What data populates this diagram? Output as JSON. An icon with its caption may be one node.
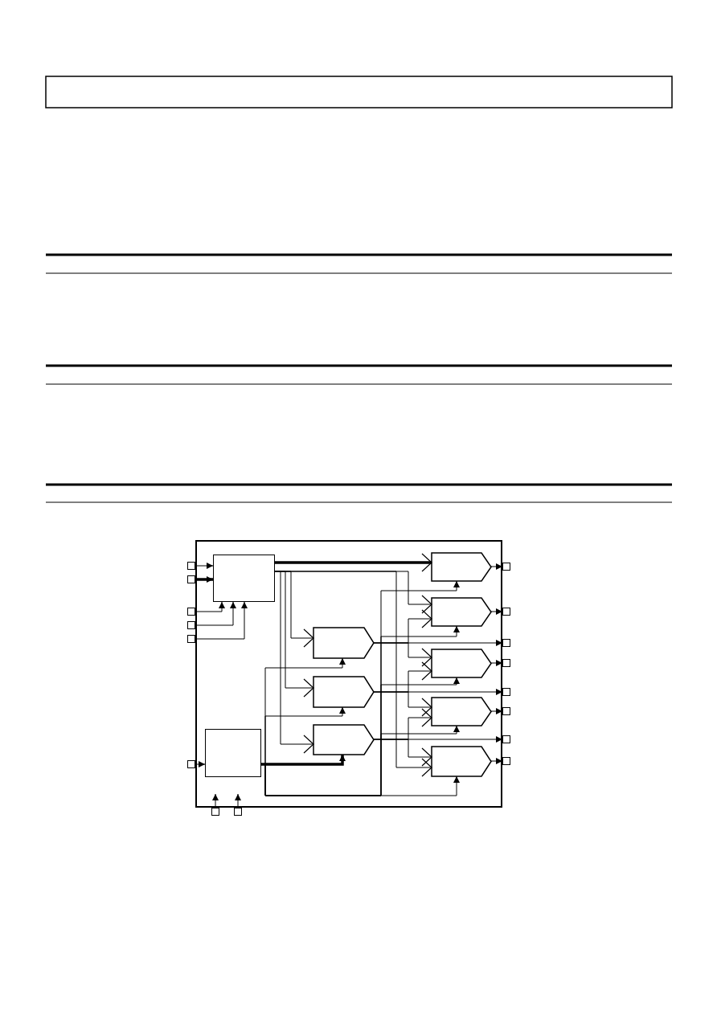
{
  "diagram": {
    "nodes": [
      {
        "text": [],
        "shape": "box"
      },
      {
        "text": [],
        "shape": "box",
        "in": 0
      },
      {
        "text": [],
        "shape": "box",
        "in": 0
      },
      {
        "text": [],
        "shape": "pentagon",
        "in": 0
      },
      {
        "text": [],
        "shape": "pentagon",
        "in": 0
      },
      {
        "text": [],
        "shape": "pentagon",
        "in": 0
      },
      {
        "text": [],
        "shape": "pentagon",
        "in": 0
      },
      {
        "text": [],
        "shape": "pentagon",
        "in": 0
      },
      {
        "text": [],
        "shape": "pentagon",
        "in": 0
      },
      {
        "text": [],
        "shape": "pentagon",
        "in": 0
      },
      {
        "text": [],
        "shape": "pentagon",
        "in": 0
      },
      {
        "text": [],
        "shape": "box"
      },
      {
        "text": [],
        "shape": "box"
      },
      {
        "text": [],
        "shape": "box"
      },
      {
        "text": [],
        "shape": "box"
      },
      {
        "text": [],
        "shape": "box"
      },
      {
        "text": [],
        "shape": "box"
      },
      {
        "text": [],
        "shape": "box"
      },
      {
        "text": [],
        "shape": "box"
      },
      {
        "text": [],
        "shape": "box"
      },
      {
        "text": [],
        "shape": "box"
      },
      {
        "text": [],
        "shape": "box"
      },
      {
        "text": [],
        "shape": "box"
      },
      {
        "text": [],
        "shape": "box"
      },
      {
        "text": [],
        "shape": "box"
      },
      {
        "text": [],
        "shape": "box"
      },
      {
        "text": [],
        "shape": "box"
      }
    ],
    "edges": [
      {
        "from": 11,
        "to": 1,
        "arrow": "to"
      },
      {
        "from": 12,
        "to": 1,
        "arrow": "to",
        "style": "thick"
      },
      {
        "from": 13,
        "to": 1,
        "arrow": "to"
      },
      {
        "from": 14,
        "to": 1,
        "arrow": "to"
      },
      {
        "from": 15,
        "to": 1,
        "arrow": "to"
      },
      {
        "from": 16,
        "to": 2,
        "arrow": "to"
      },
      {
        "from": 17,
        "to": null,
        "arrow": "to"
      },
      {
        "from": 18,
        "to": null,
        "arrow": "to"
      },
      {
        "from": 1,
        "to": 6,
        "arrow": "to",
        "style": "thick"
      },
      {
        "from": 1,
        "to": 3,
        "arrow": "to"
      },
      {
        "from": 1,
        "to": 4,
        "arrow": "to"
      },
      {
        "from": 1,
        "to": 5,
        "arrow": "to"
      },
      {
        "from": 1,
        "to": 10,
        "arrow": "to"
      },
      {
        "from": 2,
        "to": 3,
        "arrow": "to"
      },
      {
        "from": 2,
        "to": 4,
        "arrow": "to"
      },
      {
        "from": 2,
        "to": 5,
        "arrow": "to",
        "style": "thick"
      },
      {
        "from": 2,
        "to": 6,
        "arrow": "to"
      },
      {
        "from": 2,
        "to": 7,
        "arrow": "to"
      },
      {
        "from": 2,
        "to": 8,
        "arrow": "to"
      },
      {
        "from": 2,
        "to": 9,
        "arrow": "to"
      },
      {
        "from": 2,
        "to": 10,
        "arrow": "to"
      },
      {
        "from": 3,
        "to": 21,
        "arrow": "to"
      },
      {
        "from": 4,
        "to": 23,
        "arrow": "to"
      },
      {
        "from": 5,
        "to": 25,
        "arrow": "to"
      },
      {
        "from": 6,
        "to": 19,
        "arrow": "to"
      },
      {
        "from": 7,
        "to": 20,
        "arrow": "to"
      },
      {
        "from": 8,
        "to": 22,
        "arrow": "to"
      },
      {
        "from": 9,
        "to": 24,
        "arrow": "to"
      },
      {
        "from": 10,
        "to": 26,
        "arrow": "to"
      },
      {
        "from": 3,
        "to": 7,
        "arrow": "to"
      },
      {
        "from": 3,
        "to": 8,
        "arrow": "to"
      },
      {
        "from": 4,
        "to": 8,
        "arrow": "to"
      },
      {
        "from": 4,
        "to": 9,
        "arrow": "to"
      },
      {
        "from": 5,
        "to": 9,
        "arrow": "to"
      },
      {
        "from": 5,
        "to": 10,
        "arrow": "to"
      },
      {
        "from": 1,
        "to": 7,
        "arrow": "to"
      }
    ]
  }
}
